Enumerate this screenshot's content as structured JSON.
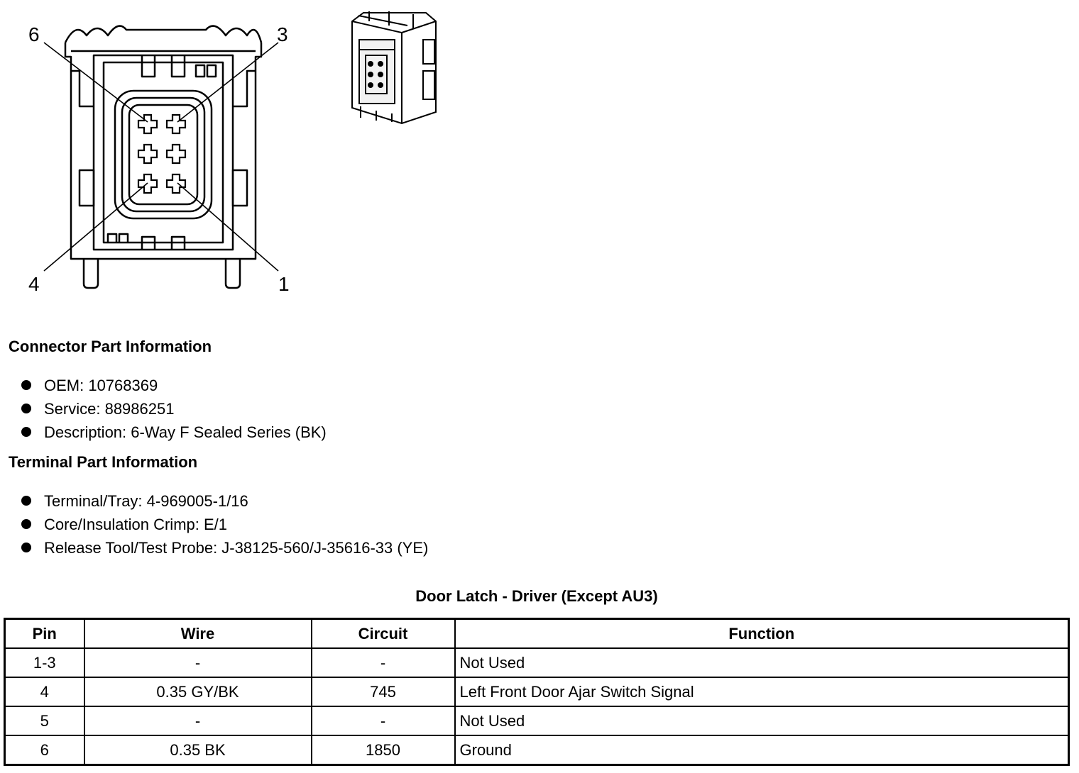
{
  "connector_diagram": {
    "pin_callouts": [
      "6",
      "3",
      "4",
      "1"
    ]
  },
  "connector_part_info": {
    "heading": "Connector Part Information",
    "items": [
      "OEM: 10768369",
      "Service: 88986251",
      "Description: 6-Way F Sealed Series (BK)"
    ]
  },
  "terminal_part_info": {
    "heading": "Terminal Part Information",
    "items": [
      "Terminal/Tray: 4-969005-1/16",
      "Core/Insulation Crimp: E/1",
      "Release Tool/Test Probe: J-38125-560/J-35616-33 (YE)"
    ]
  },
  "pinout_table": {
    "title": "Door Latch - Driver (Except AU3)",
    "headers": [
      "Pin",
      "Wire",
      "Circuit",
      "Function"
    ],
    "rows": [
      [
        "1-3",
        "-",
        "-",
        "Not Used"
      ],
      [
        "4",
        "0.35 GY/BK",
        "745",
        "Left Front Door Ajar Switch Signal"
      ],
      [
        "5",
        "-",
        "-",
        "Not Used"
      ],
      [
        "6",
        "0.35 BK",
        "1850",
        "Ground"
      ]
    ]
  }
}
